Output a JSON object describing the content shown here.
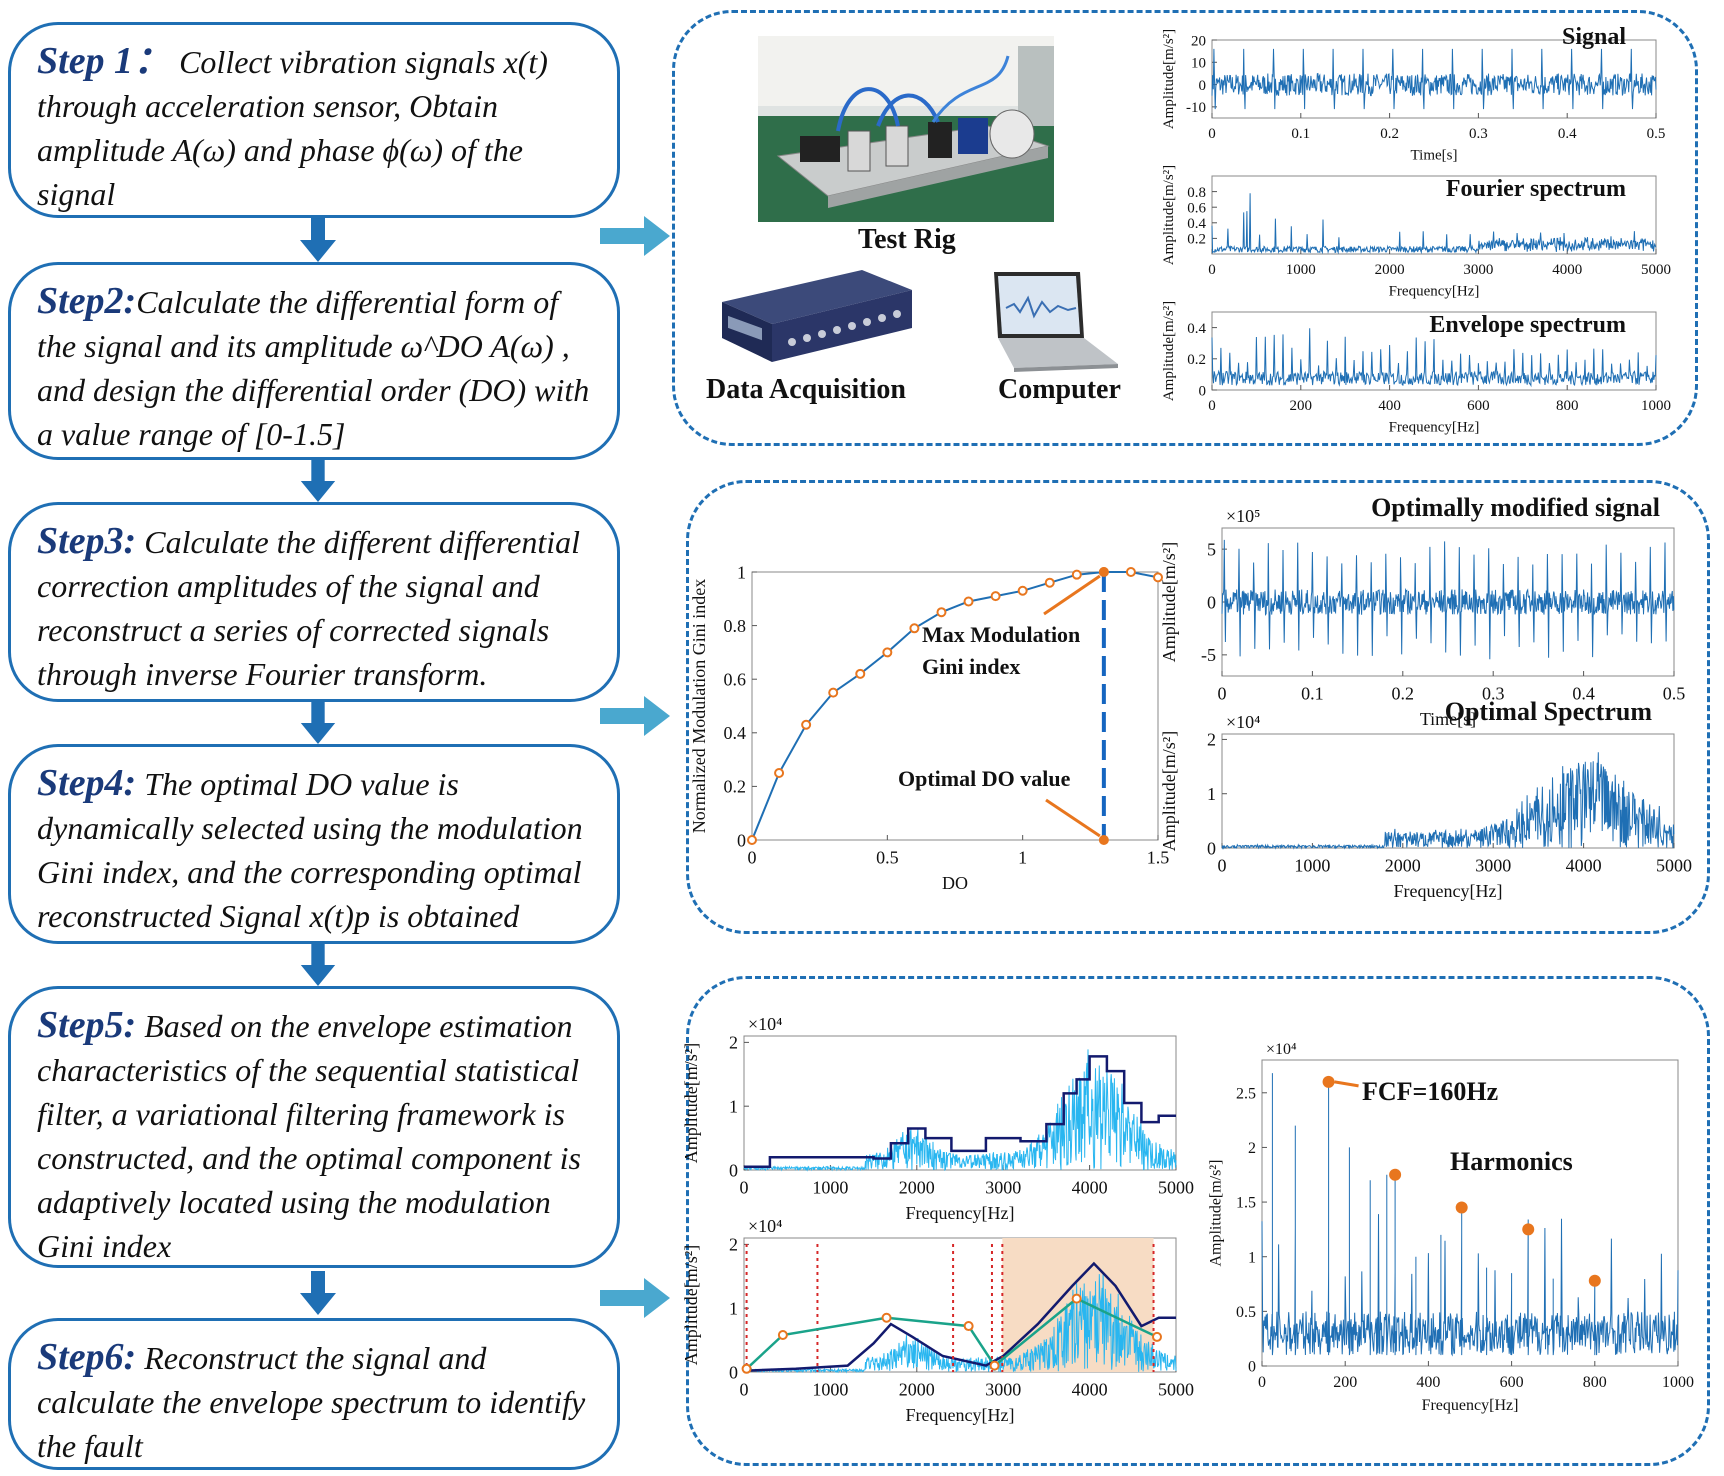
{
  "steps": [
    {
      "label": "Step 1",
      "sep": "：",
      "text": "Collect vibration signals x(t) through acceleration sensor, Obtain amplitude A(ω) and phase ϕ(ω) of the signal"
    },
    {
      "label": "Step2:",
      "sep": "",
      "text": "Calculate the differential form of the signal and its amplitude ω^DO A(ω) , and design the differential order (DO) with a value range of [0-1.5]"
    },
    {
      "label": "Step3:",
      "sep": "",
      "text": "Calculate the different differential correction amplitudes of the signal and reconstruct a series of corrected signals through inverse Fourier transform."
    },
    {
      "label": "Step4:",
      "sep": "",
      "text": "The optimal DO value is dynamically selected using the modulation Gini index, and the corresponding optimal reconstructed Signal x(t)p is obtained"
    },
    {
      "label": "Step5:",
      "sep": "",
      "text": "Based on the envelope estimation characteristics of the sequential statistical filter, a variational filtering framework is constructed, and the optimal component is adaptively located using the modulation Gini index"
    },
    {
      "label": "Step6:",
      "sep": "",
      "text": "Reconstruct the signal and calculate the envelope spectrum to identify the fault"
    }
  ],
  "panel1": {
    "test_rig": "Test Rig",
    "data_acquisition": "Data Acquisition",
    "computer": "Computer"
  },
  "colors": {
    "accent": "#1f6fb4",
    "signal": "#1f6fb4",
    "marker": "#e8761e",
    "light": "#29b6f0",
    "dark": "#131a6e",
    "green": "#1aa38a",
    "band": "#f7dcc4"
  },
  "chart_data": [
    {
      "id": "signal",
      "type": "line",
      "title": "Signal",
      "xlabel": "Time[s]",
      "ylabel": "Amplitude[m/s²]",
      "xlim": [
        0,
        0.5
      ],
      "ylim": [
        -15,
        20
      ],
      "xticks": [
        "0",
        "0.1",
        "0.2",
        "0.3",
        "0.4",
        "0.5"
      ],
      "yticks": [
        "-10",
        "0",
        "10",
        "20"
      ]
    },
    {
      "id": "fourier",
      "type": "line",
      "title": "Fourier spectrum",
      "xlabel": "Frequency[Hz]",
      "ylabel": "Amplitude[m/s²]",
      "xlim": [
        0,
        5000
      ],
      "ylim": [
        0,
        1.0
      ],
      "xticks": [
        "0",
        "1000",
        "2000",
        "3000",
        "4000",
        "5000"
      ],
      "yticks": [
        "0.2",
        "0.4",
        "0.6",
        "0.8"
      ]
    },
    {
      "id": "envelope",
      "type": "line",
      "title": "Envelope spectrum",
      "xlabel": "Frequency[Hz]",
      "ylabel": "Amplitude[m/s²]",
      "xlim": [
        0,
        1000
      ],
      "ylim": [
        0,
        0.5
      ],
      "xticks": [
        "0",
        "200",
        "400",
        "600",
        "800",
        "1000"
      ],
      "yticks": [
        "0",
        "0.2",
        "0.4"
      ]
    },
    {
      "id": "gini",
      "type": "line",
      "xlabel": "DO",
      "ylabel": "Normalized Modulation Gini index",
      "xlim": [
        0,
        1.5
      ],
      "ylim": [
        0,
        1
      ],
      "xticks": [
        "0",
        "0.5",
        "1",
        "1.5"
      ],
      "yticks": [
        "0",
        "0.2",
        "0.4",
        "0.6",
        "0.8",
        "1"
      ],
      "x": [
        0,
        0.1,
        0.2,
        0.3,
        0.4,
        0.5,
        0.6,
        0.7,
        0.8,
        0.9,
        1.0,
        1.1,
        1.2,
        1.3,
        1.4,
        1.5
      ],
      "y": [
        0,
        0.25,
        0.43,
        0.55,
        0.62,
        0.7,
        0.79,
        0.85,
        0.89,
        0.91,
        0.93,
        0.96,
        0.99,
        1.0,
        1.0,
        0.98
      ],
      "optimal_do": 1.3,
      "annotations": [
        "Max Modulation",
        "Gini index",
        "Optimal DO value"
      ]
    },
    {
      "id": "optsignal",
      "type": "line",
      "title": "Optimally modified signal",
      "xlabel": "Time[s]",
      "ylabel": "Amplitude[m/s²]",
      "multiplier": "×10⁵",
      "xlim": [
        0,
        0.5
      ],
      "ylim": [
        -7,
        7
      ],
      "xticks": [
        "0",
        "0.1",
        "0.2",
        "0.3",
        "0.4",
        "0.5"
      ],
      "yticks": [
        "-5",
        "0",
        "5"
      ]
    },
    {
      "id": "optspec",
      "type": "line",
      "title": "Optimal Spectrum",
      "xlabel": "Frequency[Hz]",
      "ylabel": "Amplitude[m/s²]",
      "multiplier": "×10⁴",
      "xlim": [
        0,
        5000
      ],
      "ylim": [
        0,
        2.1
      ],
      "xticks": [
        "0",
        "1000",
        "2000",
        "3000",
        "4000",
        "5000"
      ],
      "yticks": [
        "0",
        "1",
        "2"
      ]
    },
    {
      "id": "filter1",
      "type": "line",
      "xlabel": "Frequency[Hz]",
      "ylabel": "Amplitude[m/s²]",
      "multiplier": "×10⁴",
      "xlim": [
        0,
        5000
      ],
      "ylim": [
        0,
        2.1
      ],
      "xticks": [
        "0",
        "1000",
        "2000",
        "3000",
        "4000",
        "5000"
      ],
      "yticks": [
        "0",
        "1",
        "2"
      ]
    },
    {
      "id": "filter2",
      "type": "line",
      "xlabel": "Frequency[Hz]",
      "ylabel": "Amplitude[m/s²]",
      "multiplier": "×10⁴",
      "xlim": [
        0,
        5000
      ],
      "ylim": [
        0,
        2.1
      ],
      "xticks": [
        "0",
        "1000",
        "2000",
        "3000",
        "4000",
        "5000"
      ],
      "yticks": [
        "0",
        "1",
        "2"
      ],
      "boundaries": [
        30,
        850,
        2420,
        2870,
        2990,
        4740
      ],
      "band": [
        2990,
        4740
      ],
      "component_points": {
        "x": [
          30,
          450,
          1650,
          2600,
          2900,
          3850,
          4780
        ],
        "y": [
          0.05,
          0.58,
          0.85,
          0.72,
          0.1,
          1.15,
          0.55
        ]
      }
    },
    {
      "id": "final",
      "type": "line",
      "xlabel": "Frequency[Hz]",
      "ylabel": "Amplitude[m/s²]",
      "multiplier": "×10⁴",
      "xlim": [
        0,
        1000
      ],
      "ylim": [
        0,
        2.8
      ],
      "xticks": [
        "0",
        "200",
        "400",
        "600",
        "800",
        "1000"
      ],
      "yticks": [
        "0",
        "0.5",
        "1",
        "1.5",
        "2",
        "2.5"
      ],
      "markers": {
        "x": [
          160,
          320,
          480,
          640,
          800
        ],
        "y": [
          2.6,
          1.75,
          1.45,
          1.25,
          0.78
        ]
      },
      "annotations": [
        "FCF=160Hz",
        "Harmonics"
      ]
    }
  ]
}
